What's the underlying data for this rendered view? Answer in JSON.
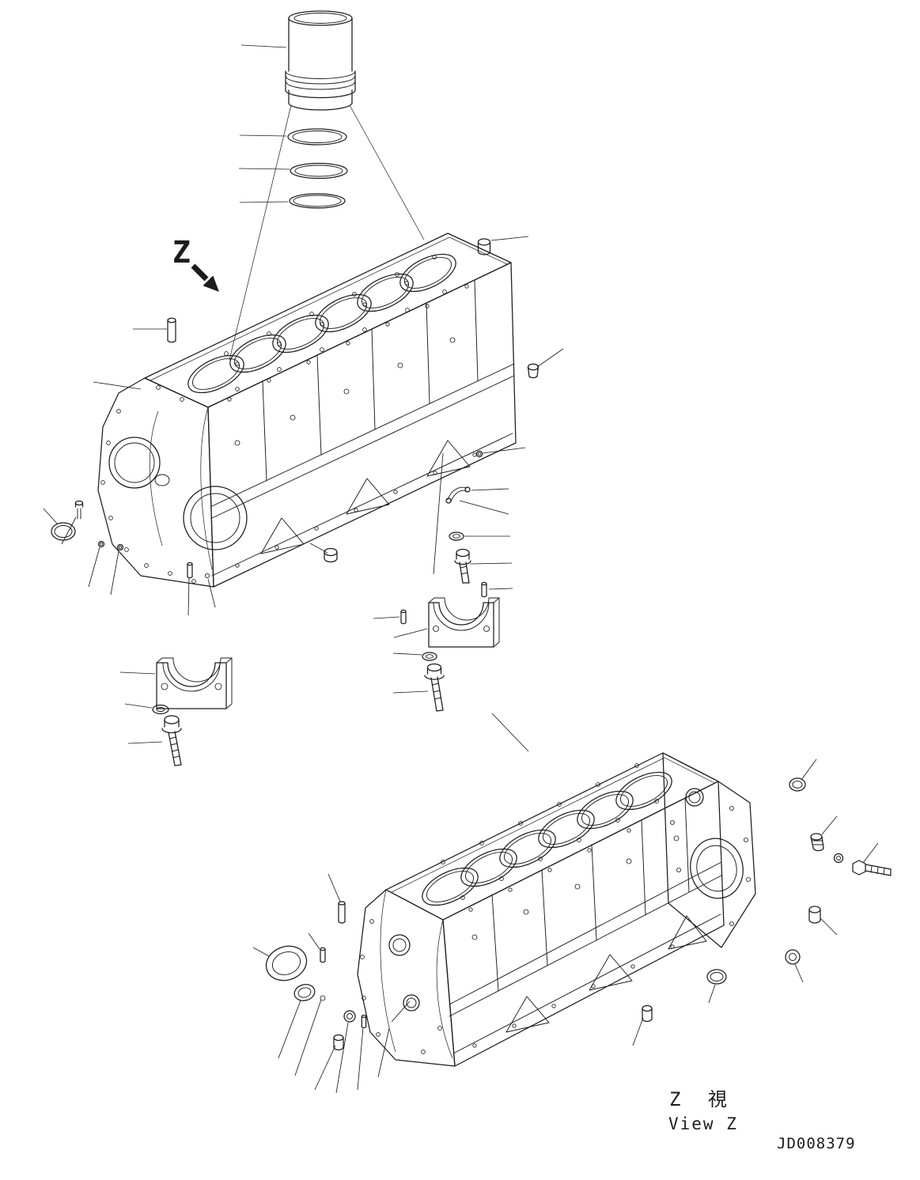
{
  "diagram": {
    "view_marker_label": "Z",
    "view_caption_jp": "Z 視",
    "view_caption_en": "View Z",
    "drawing_number": "JD008379",
    "line_color": "#1c1c1c",
    "background_color": "#ffffff"
  }
}
